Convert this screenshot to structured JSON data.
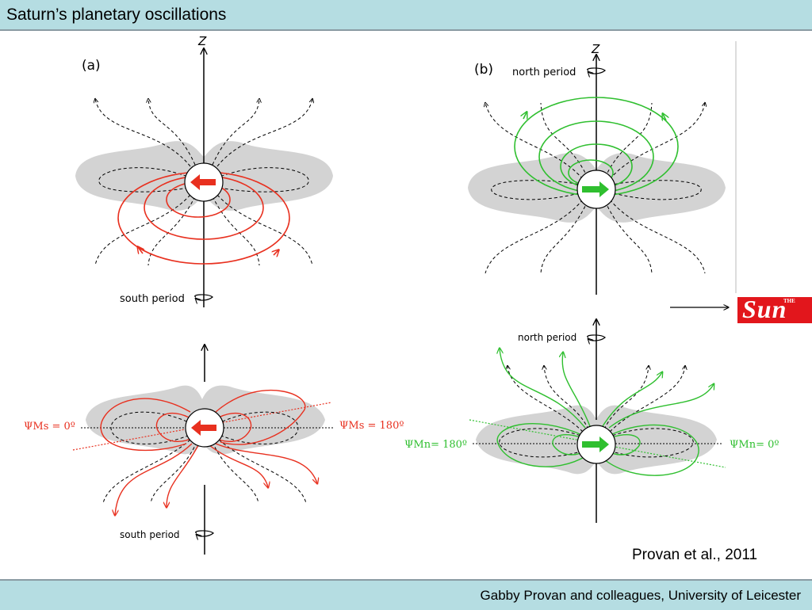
{
  "header": {
    "title": "Saturn’s planetary oscillations"
  },
  "panels": {
    "a": {
      "label": "(a)",
      "axis": "Z",
      "period": "south period"
    },
    "b": {
      "label": "(b)",
      "axis": "Z",
      "period": "north period"
    },
    "c": {
      "period": "south period",
      "psi_left": "ΨMs = 0º",
      "psi_right": "ΨMs = 180º"
    },
    "d": {
      "period": "north period",
      "psi_left": "ΨMn= 180º",
      "psi_right": "ΨMn= 0º"
    }
  },
  "logo": {
    "small": "THE",
    "name": "Sun"
  },
  "citation": "Provan et al., 2011",
  "footer": {
    "credit": "Gabby Provan and colleagues, University of Leicester"
  },
  "colors": {
    "header_bg": "#b5dde2",
    "south_red": "#e8301f",
    "north_green": "#2fbf2f",
    "logo_red": "#e2161c"
  }
}
